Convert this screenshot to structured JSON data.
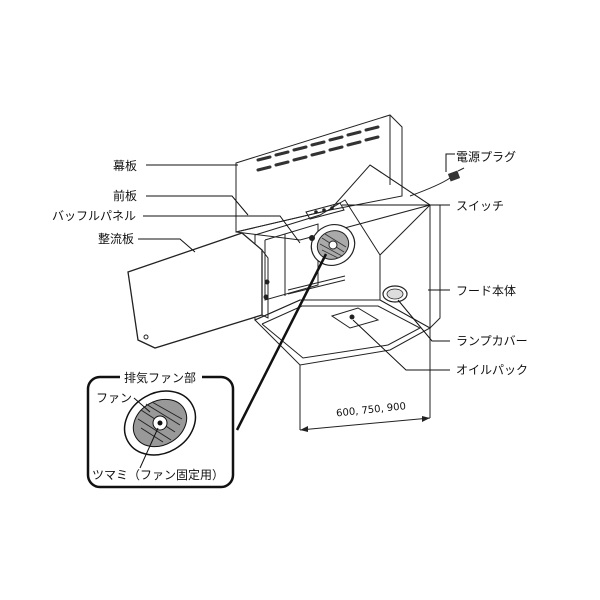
{
  "labels": {
    "makuita": "幕板",
    "maeita": "前板",
    "baffle_panel": "バッフルパネル",
    "seiryuban": "整流板",
    "power_plug": "電源プラグ",
    "switch": "スイッチ",
    "hood_body": "フード本体",
    "lamp_cover": "ランプカバー",
    "oil_pack": "オイルパック",
    "dimension": "600, 750, 900"
  },
  "inset": {
    "title": "排気ファン部",
    "fan": "ファン",
    "knob": "ツマミ（ファン固定用）"
  }
}
